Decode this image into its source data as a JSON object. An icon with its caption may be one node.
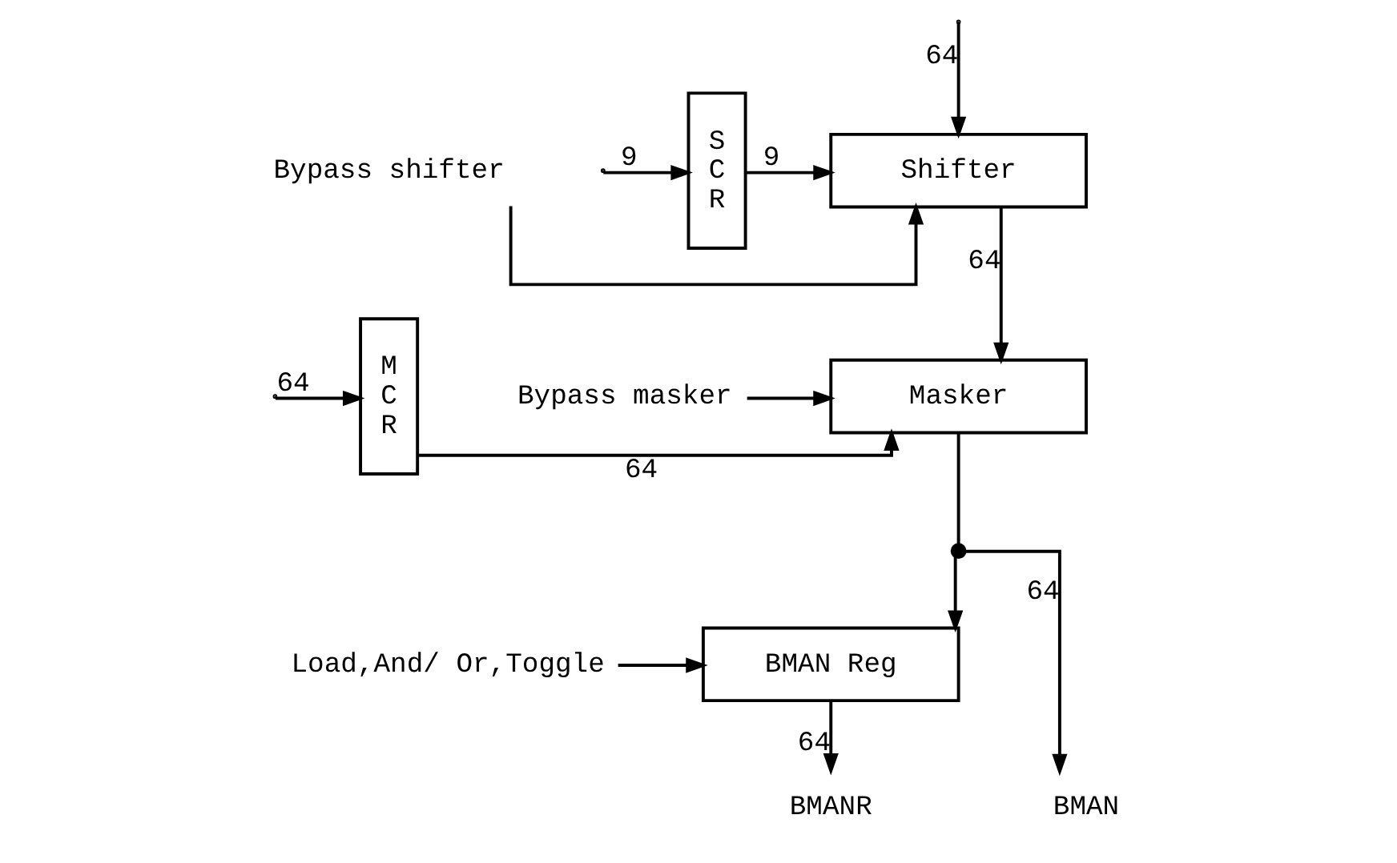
{
  "diagram": {
    "nodes": [
      {
        "text": [
          "S C R"
        ]
      },
      {
        "text": [
          "Shifter"
        ]
      },
      {
        "text": [
          "Bypass shifter"
        ]
      },
      {
        "text": [
          "M C R"
        ]
      },
      {
        "text": [
          "Masker"
        ]
      },
      {
        "text": [
          "Bypass masker"
        ]
      },
      {
        "text": [],
        "shape": "circle"
      },
      {
        "text": [
          "Load,And/ Or,Toggle"
        ]
      },
      {
        "text": [
          "BMAN Reg"
        ]
      },
      {
        "text": [
          "BMAN"
        ]
      },
      {
        "text": [
          "BMANR"
        ]
      }
    ],
    "edges": [
      {
        "from": null,
        "to": 0,
        "arrow": "to",
        "label": "9"
      },
      {
        "from": 0,
        "to": 1,
        "arrow": "to",
        "label": "9"
      },
      {
        "from": null,
        "to": 1,
        "arrow": "to",
        "label": "64"
      },
      {
        "from": 2,
        "to": 1,
        "arrow": "to"
      },
      {
        "from": 1,
        "to": 4,
        "arrow": "to",
        "label": "64"
      },
      {
        "from": null,
        "to": 3,
        "arrow": "to",
        "label": "64"
      },
      {
        "from": 3,
        "to": 4,
        "arrow": "to",
        "label": "64"
      },
      {
        "from": 5,
        "to": 4,
        "arrow": "to"
      },
      {
        "from": 4,
        "to": 6,
        "arrow": "none"
      },
      {
        "from": 6,
        "to": 8,
        "arrow": "to"
      },
      {
        "from": 6,
        "to": 9,
        "arrow": "to",
        "label": "64"
      },
      {
        "from": 7,
        "to": 8,
        "arrow": "to"
      },
      {
        "from": 8,
        "to": 10,
        "arrow": "to",
        "label": "64"
      }
    ]
  }
}
